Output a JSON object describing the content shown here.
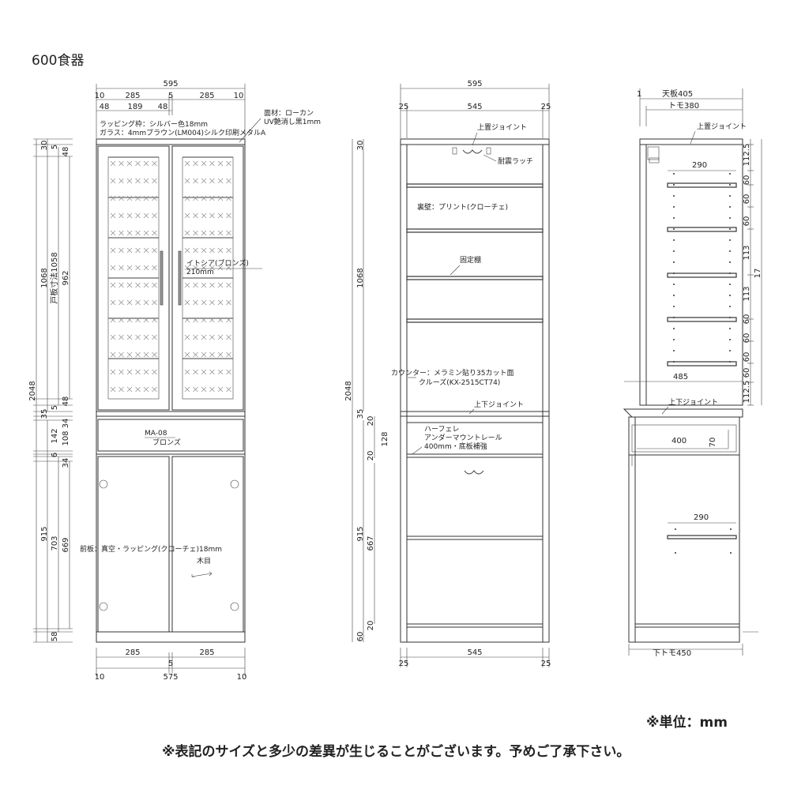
{
  "title": "600食器",
  "front": {
    "top_total": "595",
    "top_row": [
      "10",
      "285",
      "5",
      "285",
      "10"
    ],
    "glass_row": [
      "48",
      "189",
      "48"
    ],
    "lapping": "ラッピング枠：シルバー色18mm",
    "glass": "ガラス：4mmブラウン(LM004)シルク印刷メタルA",
    "surface1": "面材：ローカン",
    "surface2": "UV艶消し黒1mm",
    "handle1": "イトシア(ブロンズ)",
    "handle2": "210mm",
    "drawer_handle1": "MA-08",
    "drawer_handle2": "ブロンズ",
    "door1": "前板：真空・ラッピング(クローチェ)18mm",
    "grain": "木目",
    "left_dims": [
      "30",
      "5",
      "48",
      "1068",
      "戸板寸法1058",
      "962",
      "48",
      "5",
      "2048",
      "35",
      "34",
      "142",
      "108",
      "6",
      "34",
      "915",
      "703",
      "669",
      "58"
    ],
    "bottom_row": [
      "285",
      "5",
      "285"
    ],
    "bottom_row2": [
      "10",
      "575",
      "10"
    ]
  },
  "inside": {
    "top_total": "595",
    "top_row": [
      "25",
      "545",
      "25"
    ],
    "joint1": "上置ジョイント",
    "latch": "耐震ラッチ",
    "back": "裏壁：プリント(クローチェ)",
    "fixed": "固定棚",
    "counter1": "カウンター：メラミン貼り35カット面",
    "counter2": "クルーズ(KX-2515CT74)",
    "joint2": "上下ジョイント",
    "rail1": "ハーフェレ",
    "rail2": "アンダーマウントレール",
    "rail3": "400mm・底板補強",
    "left_dims": [
      "30",
      "1068",
      "2048",
      "35",
      "20",
      "128",
      "20",
      "915",
      "667",
      "20",
      "60"
    ],
    "bottom_row": [
      "25",
      "545",
      "25"
    ]
  },
  "side": {
    "top1": "天板405",
    "top2": "トモ380",
    "one": "1",
    "joint1": "上置ジョイント",
    "shelf_width": "290",
    "right_dims": [
      "112.5",
      "60",
      "60",
      "60",
      "113",
      "113",
      "60",
      "60",
      "60",
      "60",
      "112.5",
      "17"
    ],
    "counter_depth": "485",
    "joint2": "上下ジョイント",
    "drawer_depth": "400",
    "drawer_h": "70",
    "lower_shelf": "290",
    "bottom": "下トモ450"
  },
  "notes": {
    "unit": "※単位：mm",
    "disclaimer": "※表記のサイズと多少の差異が生じることがございます。予めご了承下さい。"
  }
}
